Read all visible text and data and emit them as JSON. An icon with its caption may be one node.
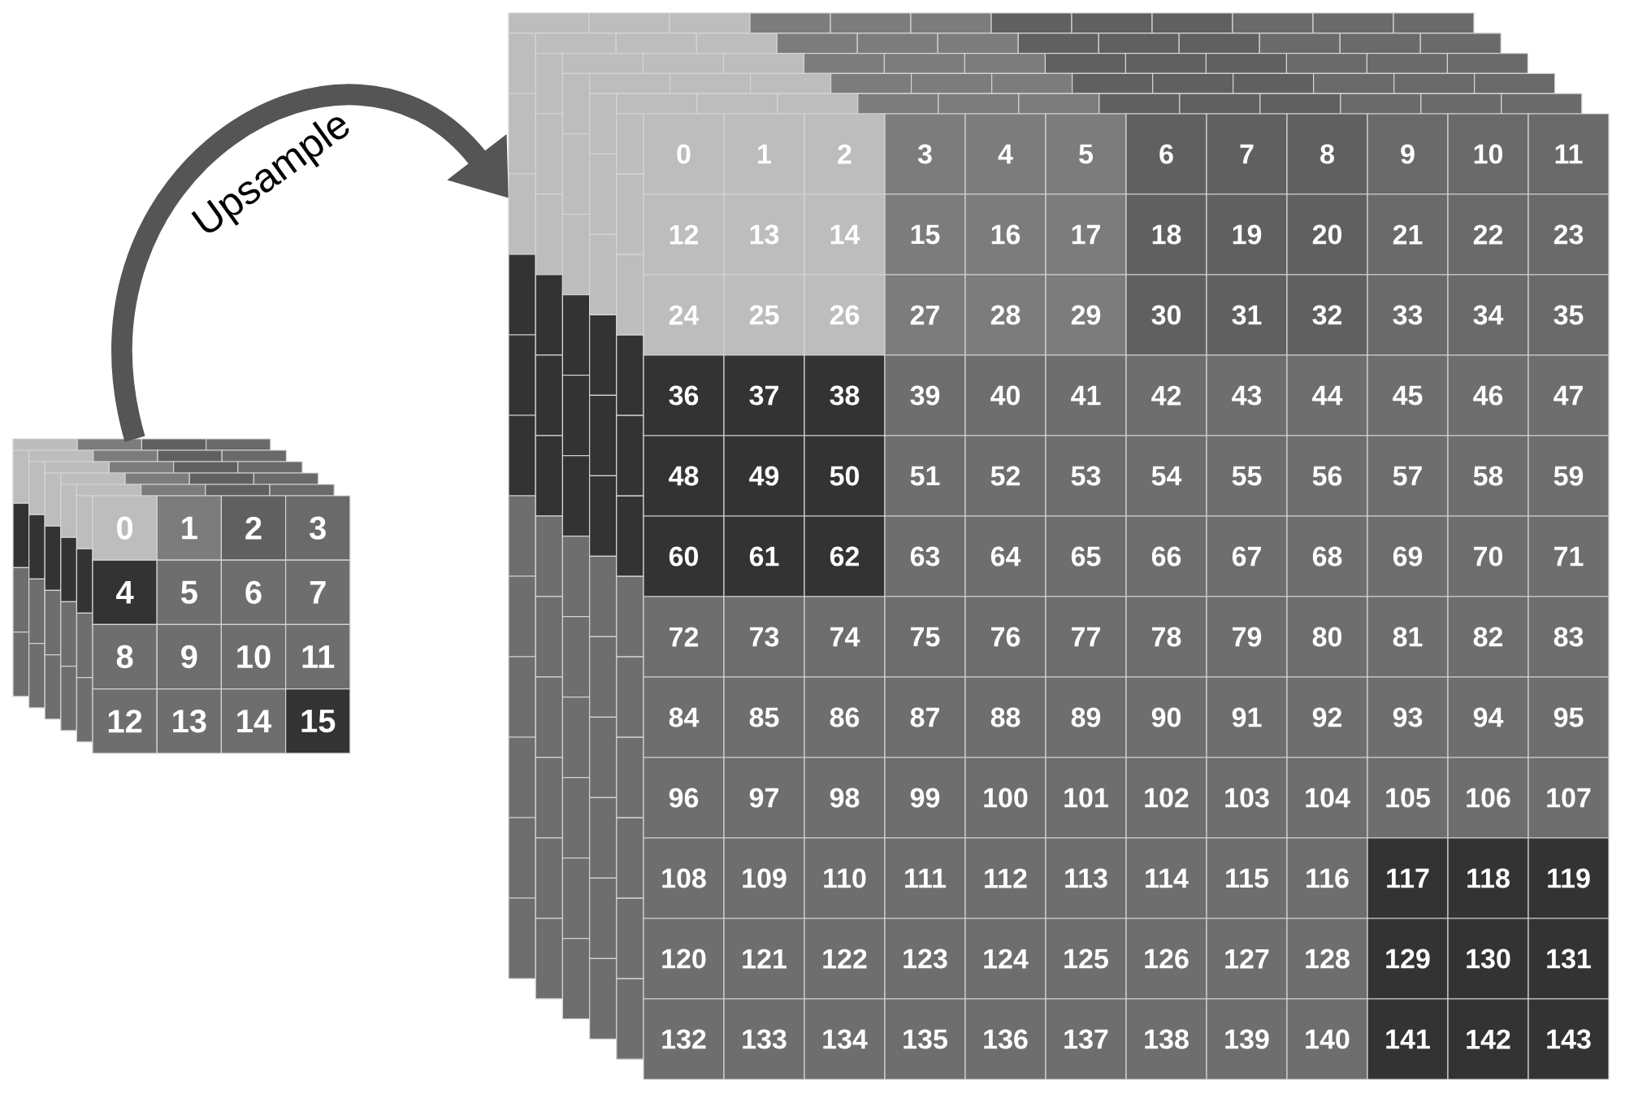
{
  "diagram": {
    "nodes": [
      {
        "text": [],
        "shape": "box"
      },
      {
        "text": [],
        "shape": "box"
      }
    ],
    "edges": [
      {
        "from": 0,
        "to": 1,
        "arrow": "to",
        "label": "Upsample"
      }
    ],
    "labels": [
      "0",
      "1",
      "2",
      "3",
      "4",
      "5",
      "6",
      "7",
      "8",
      "9",
      "10",
      "11",
      "12",
      "13",
      "14",
      "15",
      "0",
      "1",
      "2",
      "3",
      "4",
      "5",
      "6",
      "7",
      "8",
      "9",
      "10",
      "11",
      "12",
      "13",
      "14",
      "15",
      "16",
      "17",
      "18",
      "19",
      "20",
      "21",
      "22",
      "23",
      "24",
      "25",
      "26",
      "27",
      "28",
      "29",
      "30",
      "31",
      "32",
      "33",
      "34",
      "35",
      "36",
      "37",
      "38",
      "39",
      "40",
      "41",
      "42",
      "43",
      "44",
      "45",
      "46",
      "47",
      "48",
      "49",
      "50",
      "51",
      "52",
      "53",
      "54",
      "55",
      "56",
      "57",
      "58",
      "59",
      "60",
      "61",
      "62",
      "63",
      "64",
      "65",
      "66",
      "67",
      "68",
      "69",
      "70",
      "71",
      "72",
      "73",
      "74",
      "75",
      "76",
      "77",
      "78",
      "79",
      "80",
      "81",
      "82",
      "83",
      "84",
      "85",
      "86",
      "87",
      "88",
      "89",
      "90",
      "91",
      "92",
      "93",
      "94",
      "95",
      "96",
      "97",
      "98",
      "99",
      "100",
      "101",
      "102",
      "103",
      "104",
      "105",
      "106",
      "107",
      "108",
      "109",
      "110",
      "111",
      "112",
      "113",
      "114",
      "115",
      "116",
      "117",
      "118",
      "119",
      "120",
      "121",
      "122",
      "123",
      "124",
      "125",
      "126",
      "127",
      "128",
      "129",
      "130",
      "131",
      "132",
      "133",
      "134",
      "135",
      "136",
      "137",
      "138",
      "139",
      "140",
      "141",
      "142",
      "143"
    ]
  }
}
